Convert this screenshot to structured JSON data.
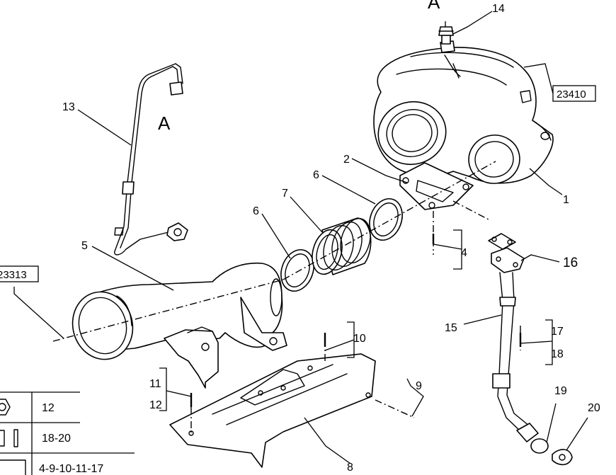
{
  "callouts": {
    "c1": "1",
    "c2": "2",
    "c4": "4",
    "c5": "5",
    "c6a": "6",
    "c6b": "6",
    "c7": "7",
    "c8": "8",
    "c9": "9",
    "c10": "10",
    "c11": "11",
    "c12": "12",
    "c13": "13",
    "c14": "14",
    "c15": "15",
    "c16": "16",
    "c17": "17",
    "c18": "18",
    "c19": "19",
    "c20": "20"
  },
  "connection_marks": {
    "a_top": "A",
    "a_pipe": "A"
  },
  "references": {
    "turbo": "23410",
    "pipe": "23313"
  },
  "legend": {
    "rows": [
      {
        "icon": "hex-nut-icon",
        "value": "12"
      },
      {
        "icon": "clamp-icon",
        "value": "18-20"
      },
      {
        "icon": "bolt-icon",
        "value": "4-9-10-11-17"
      }
    ]
  }
}
